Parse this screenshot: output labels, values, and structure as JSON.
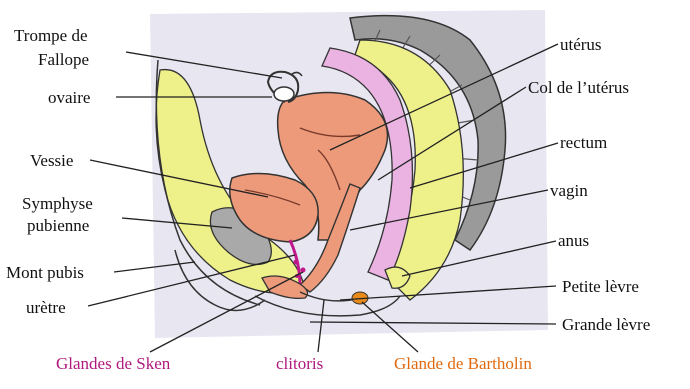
{
  "labels": {
    "trompe_line1": "Trompe de",
    "trompe_line2": "Fallope",
    "ovaire": "ovaire",
    "vessie": "Vessie",
    "symphyse_line1": "Symphyse",
    "symphyse_line2": "pubienne",
    "mont_pubis": "Mont pubis",
    "uretre": "urètre",
    "glandes_sken": "Glandes de Sken",
    "clitoris": "clitoris",
    "glande_bartholin": "Glande de Bartholin",
    "uterus": "utérus",
    "col_uterus": "Col de l’utérus",
    "rectum": "rectum",
    "vagin": "vagin",
    "anus": "anus",
    "petite_levre": "Petite lèvre",
    "grande_levre": "Grande lèvre"
  },
  "colors": {
    "background_wash": "#e2e0ee",
    "yellow_tissue": "#eef08a",
    "pink_tissue": "#eab3e2",
    "salmon_organ": "#ec9a7a",
    "grey_bone": "#a9a9a9",
    "grey_spine": "#8f8f8f",
    "magenta_glands": "#c0188a",
    "orange_gland": "#e88a1a",
    "outline": "#2a2a2a",
    "text_pink": "#b0187e",
    "text_orange": "#e06a10"
  }
}
